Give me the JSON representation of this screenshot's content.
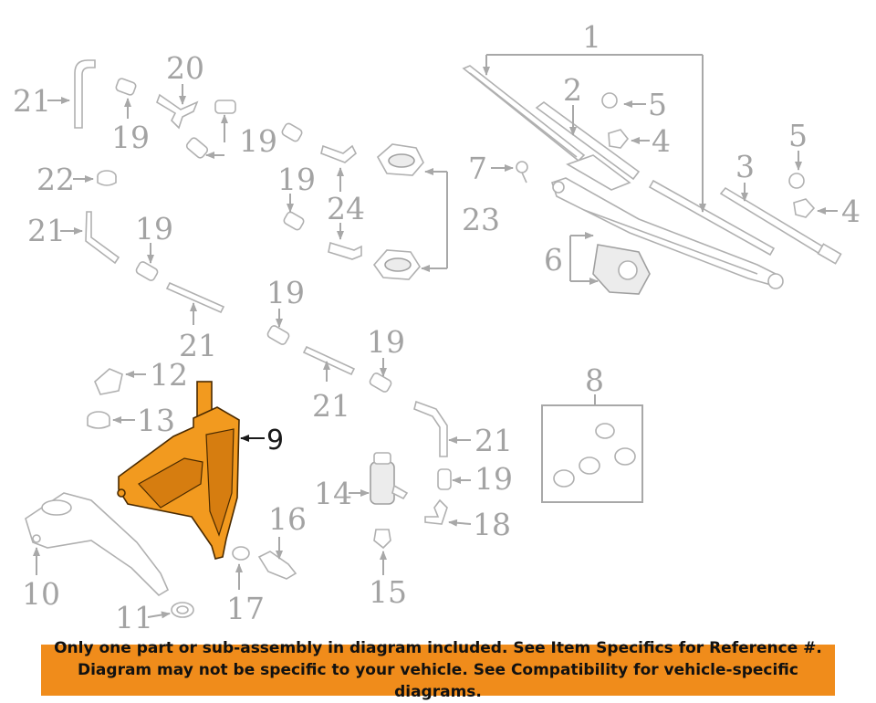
{
  "callouts": {
    "c1": "1",
    "c2": "2",
    "c3": "3",
    "c4a": "4",
    "c4b": "4",
    "c5a": "5",
    "c5b": "5",
    "c6": "6",
    "c7": "7",
    "c8": "8",
    "c9": "9",
    "c10": "10",
    "c11": "11",
    "c12": "12",
    "c13": "13",
    "c14": "14",
    "c15": "15",
    "c16": "16",
    "c17": "17",
    "c18": "18",
    "c19a": "19",
    "c19b": "19",
    "c19c": "19",
    "c19d": "19",
    "c19e": "19",
    "c19f": "19",
    "c19g": "19",
    "c20": "20",
    "c21a": "21",
    "c21b": "21",
    "c21c": "21",
    "c21d": "21",
    "c21e": "21",
    "c22": "22",
    "c23": "23",
    "c24": "24"
  },
  "banner": {
    "line1": "Only one part or sub-assembly in diagram included. See Item Specifics for Reference #.",
    "line2": "Diagram may not be specific to your vehicle. See Compatibility for vehicle-specific diagrams."
  },
  "colors": {
    "highlight": "#f29a1f",
    "banner_bg": "#f08c1b",
    "line_art": "#a8a8a8"
  }
}
